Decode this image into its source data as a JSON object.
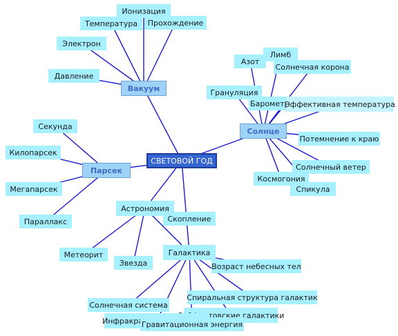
{
  "center": {
    "id": "year",
    "label": "СВЕТОВОЙ ГОД"
  },
  "branches": [
    {
      "id": "vacuum",
      "label": "Вакуум"
    },
    {
      "id": "sun",
      "label": "Солнце"
    },
    {
      "id": "parsec",
      "label": "Парсек"
    },
    {
      "id": "astro",
      "label": "Астрономия"
    },
    {
      "id": "galaxy",
      "label": "Галактика"
    }
  ],
  "leaves": [
    {
      "id": "ionization",
      "label": "Ионизация",
      "parent": "vacuum"
    },
    {
      "id": "temperature",
      "label": "Температура",
      "parent": "vacuum"
    },
    {
      "id": "passage",
      "label": "Прохождение",
      "parent": "vacuum"
    },
    {
      "id": "electron",
      "label": "Электрон",
      "parent": "vacuum"
    },
    {
      "id": "pressure",
      "label": "Давление",
      "parent": "vacuum"
    },
    {
      "id": "nitrogen",
      "label": "Азот",
      "parent": "sun"
    },
    {
      "id": "limb",
      "label": "Лимб",
      "parent": "sun"
    },
    {
      "id": "corona",
      "label": "Солнечная корона",
      "parent": "sun"
    },
    {
      "id": "granulation",
      "label": "Грануляция",
      "parent": "sun"
    },
    {
      "id": "barometric",
      "label": "Барометрический",
      "parent": "sun"
    },
    {
      "id": "efftemp",
      "label": "Эффективная температура",
      "parent": "sun"
    },
    {
      "id": "darkening",
      "label": "Потемнение к краю",
      "parent": "sun"
    },
    {
      "id": "solarwind",
      "label": "Солнечный ветер",
      "parent": "sun"
    },
    {
      "id": "cosmogony",
      "label": "Космогония",
      "parent": "sun"
    },
    {
      "id": "spicule",
      "label": "Спикула",
      "parent": "sun"
    },
    {
      "id": "second",
      "label": "Секунда",
      "parent": "parsec"
    },
    {
      "id": "kiloparsec",
      "label": "Килопарсек",
      "parent": "parsec"
    },
    {
      "id": "megaparsec",
      "label": "Мегапарсек",
      "parent": "parsec"
    },
    {
      "id": "parallax",
      "label": "Параллакс",
      "parent": "parsec"
    },
    {
      "id": "cluster",
      "label": "Скопление",
      "parent": "astro"
    },
    {
      "id": "meteorite",
      "label": "Метеорит",
      "parent": "astro"
    },
    {
      "id": "star",
      "label": "Звезда",
      "parent": "astro"
    },
    {
      "id": "age",
      "label": "Возраст небесных тел",
      "parent": "galaxy"
    },
    {
      "id": "spiral",
      "label": "Спиральная структура галактик",
      "parent": "galaxy"
    },
    {
      "id": "solarsys",
      "label": "Солнечная система",
      "parent": "galaxy"
    },
    {
      "id": "seyfert",
      "label": "Сейфертовские галактики",
      "parent": "galaxy"
    },
    {
      "id": "infrared",
      "label": "Инфракрасная астрономия",
      "parent": "galaxy"
    },
    {
      "id": "gravity",
      "label": "Гравитационная энергия",
      "parent": "galaxy"
    }
  ],
  "links": [
    [
      "year",
      "vacuum"
    ],
    [
      "year",
      "sun"
    ],
    [
      "year",
      "parsec"
    ],
    [
      "year",
      "astro"
    ],
    [
      "year",
      "galaxy"
    ],
    [
      "astro",
      "galaxy"
    ]
  ]
}
